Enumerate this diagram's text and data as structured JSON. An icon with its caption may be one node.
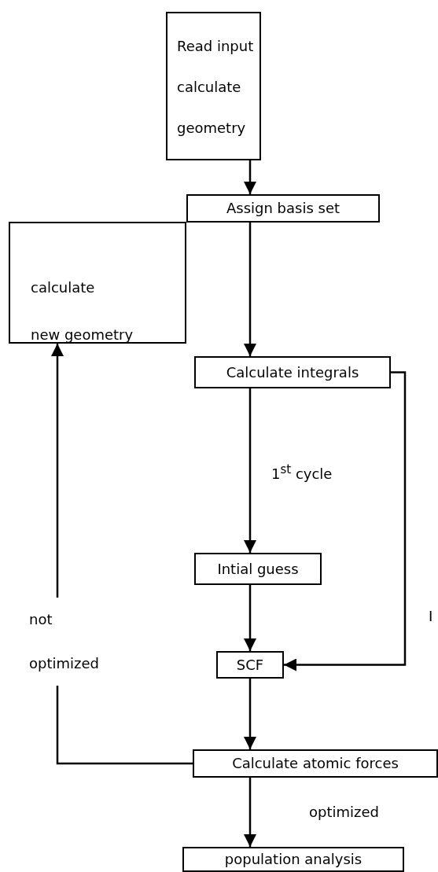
{
  "diagram": {
    "nodes": [
      {
        "text": [
          "Read input",
          "calculate geometry"
        ]
      },
      {
        "text": [
          "Assign basis set"
        ]
      },
      {
        "text": [
          "calculate",
          "new geometry"
        ]
      },
      {
        "text": [
          "Calculate integrals"
        ]
      },
      {
        "text": [
          "Intial guess"
        ]
      },
      {
        "text": [
          "SCF"
        ]
      },
      {
        "text": [
          "Calculate atomic forces"
        ]
      },
      {
        "text": [
          "population analysis"
        ]
      }
    ],
    "edges": [
      {
        "from": 0,
        "to": 1,
        "arrow": "to"
      },
      {
        "from": 1,
        "to": 3,
        "arrow": "to"
      },
      {
        "from": 3,
        "to": 4,
        "arrow": "to",
        "label": "1$^{st}$ cycle"
      },
      {
        "from": 4,
        "to": 5,
        "arrow": "to"
      },
      {
        "from": 3,
        "to": 5,
        "arrow": "to",
        "label": "I"
      },
      {
        "from": 5,
        "to": 6,
        "arrow": "to"
      },
      {
        "from": 6,
        "to": 2,
        "arrow": "to",
        "label": "not optimized"
      },
      {
        "from": 6,
        "to": 7,
        "arrow": "to",
        "label": "optimized"
      }
    ]
  }
}
